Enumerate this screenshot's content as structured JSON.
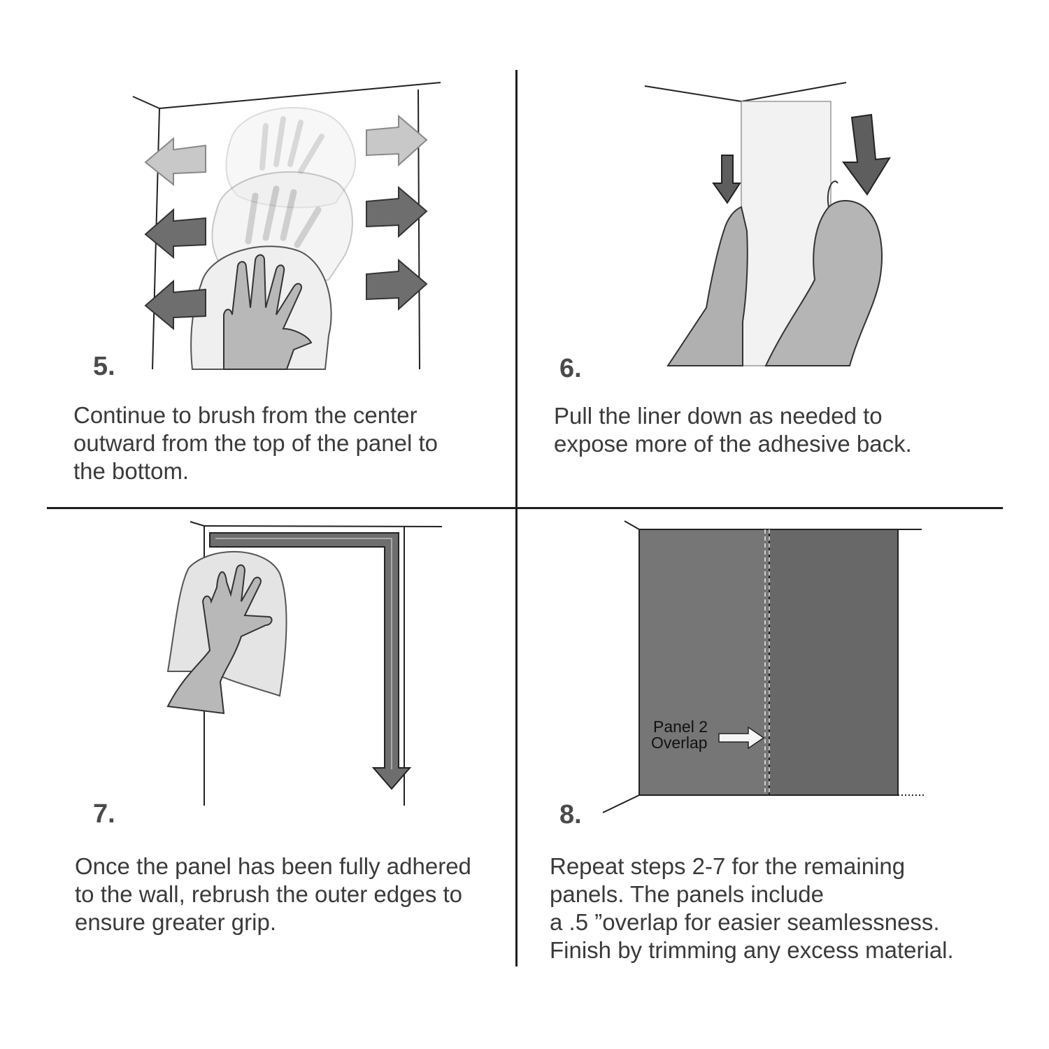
{
  "steps": [
    {
      "number": "5.",
      "text": "Continue to brush from the center\noutward from the top of the panel to\nthe bottom."
    },
    {
      "number": "6.",
      "text": "Pull the liner down as needed to\nexpose more of the adhesive back."
    },
    {
      "number": "7.",
      "text": "Once the panel has been fully adhered\nto the wall, rebrush the outer edges to\nensure greater grip."
    },
    {
      "number": "8.",
      "text": "Repeat steps 2-7 for the remaining\npanels. The panels include\na .5 ”overlap for easier seamlessness.\nFinish by trimming any excess material."
    }
  ],
  "overlap_label": {
    "line1": "Panel 2",
    "line2": "Overlap"
  },
  "colors": {
    "panel_dark": "#6b6b6b",
    "panel_light": "#7a7a7a",
    "arrow_dark": "#666666",
    "arrow_light": "#c8c8c8",
    "skin": "#bdbdbd",
    "line": "#1e1e1e"
  }
}
